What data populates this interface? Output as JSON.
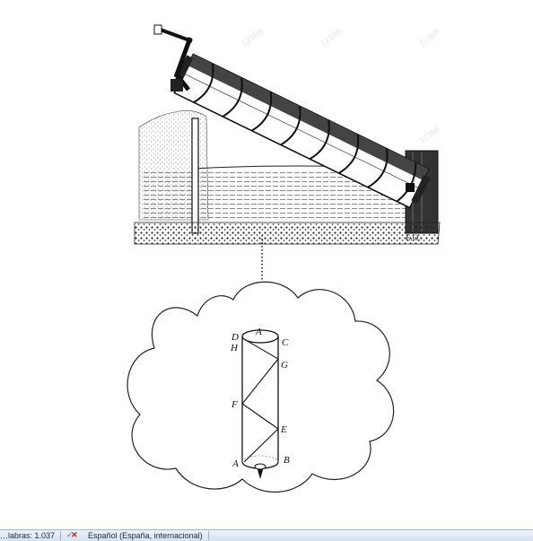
{
  "figure": {
    "signature": "E.O.",
    "watermark": "123RF"
  },
  "helix_labels": {
    "D": "D",
    "H": "H",
    "A_top": "A",
    "C": "C",
    "G": "G",
    "F": "F",
    "E": "E",
    "A_bottom": "A",
    "B": "B"
  },
  "status_bar": {
    "words": "…labras: 1.037",
    "language": "Español (España, internacional)"
  },
  "colors": {
    "ink": "#1a1a1a",
    "status_bg": "#dde6f2"
  }
}
